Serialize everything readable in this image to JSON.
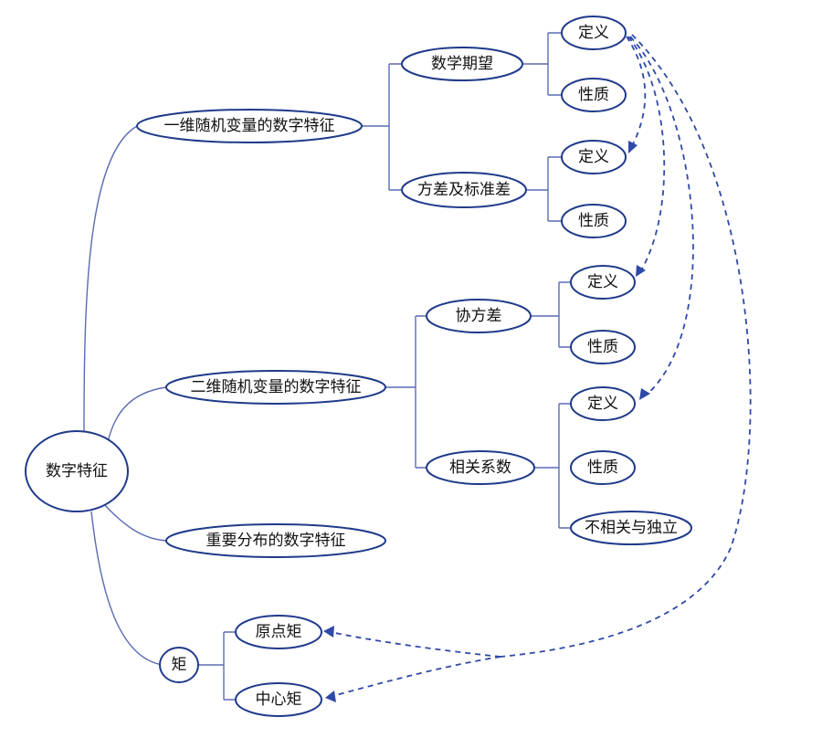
{
  "nodes": {
    "root": "数字特征",
    "one_dim": "一维随机变量的数字特征",
    "expectation": "数学期望",
    "exp_def": "定义",
    "exp_prop": "性质",
    "variance": "方差及标准差",
    "var_def": "定义",
    "var_prop": "性质",
    "two_dim": "二维随机变量的数字特征",
    "covariance": "协方差",
    "cov_def": "定义",
    "cov_prop": "性质",
    "correlation": "相关系数",
    "corr_def": "定义",
    "corr_prop": "性质",
    "uncorrelated": "不相关与独立",
    "common_dist": "重要分布的数字特征",
    "moments": "矩",
    "origin_moment": "原点矩",
    "central_moment": "中心矩"
  },
  "colors": {
    "node_border": "#1f3a8a",
    "tree_line": "#5b6bb3",
    "reference_arrow": "#2f49a8"
  }
}
